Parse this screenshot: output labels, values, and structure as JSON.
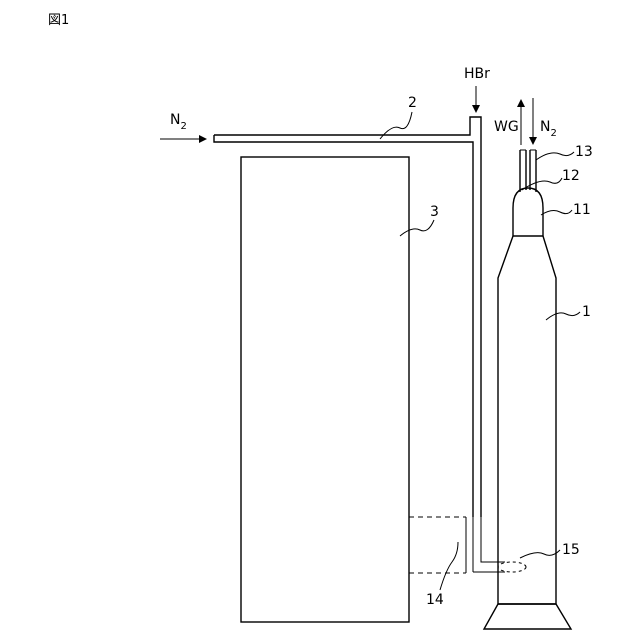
{
  "figure": {
    "title": "図1",
    "labels": {
      "n2_left": "N",
      "n2_left_sub": "2",
      "hbr": "HBr",
      "wg": "WG",
      "n2_top": "N",
      "n2_top_sub": "2",
      "ref_2": "2",
      "ref_3": "3",
      "ref_13": "13",
      "ref_12": "12",
      "ref_11": "11",
      "ref_1": "1",
      "ref_15": "15",
      "ref_14": "14"
    }
  }
}
